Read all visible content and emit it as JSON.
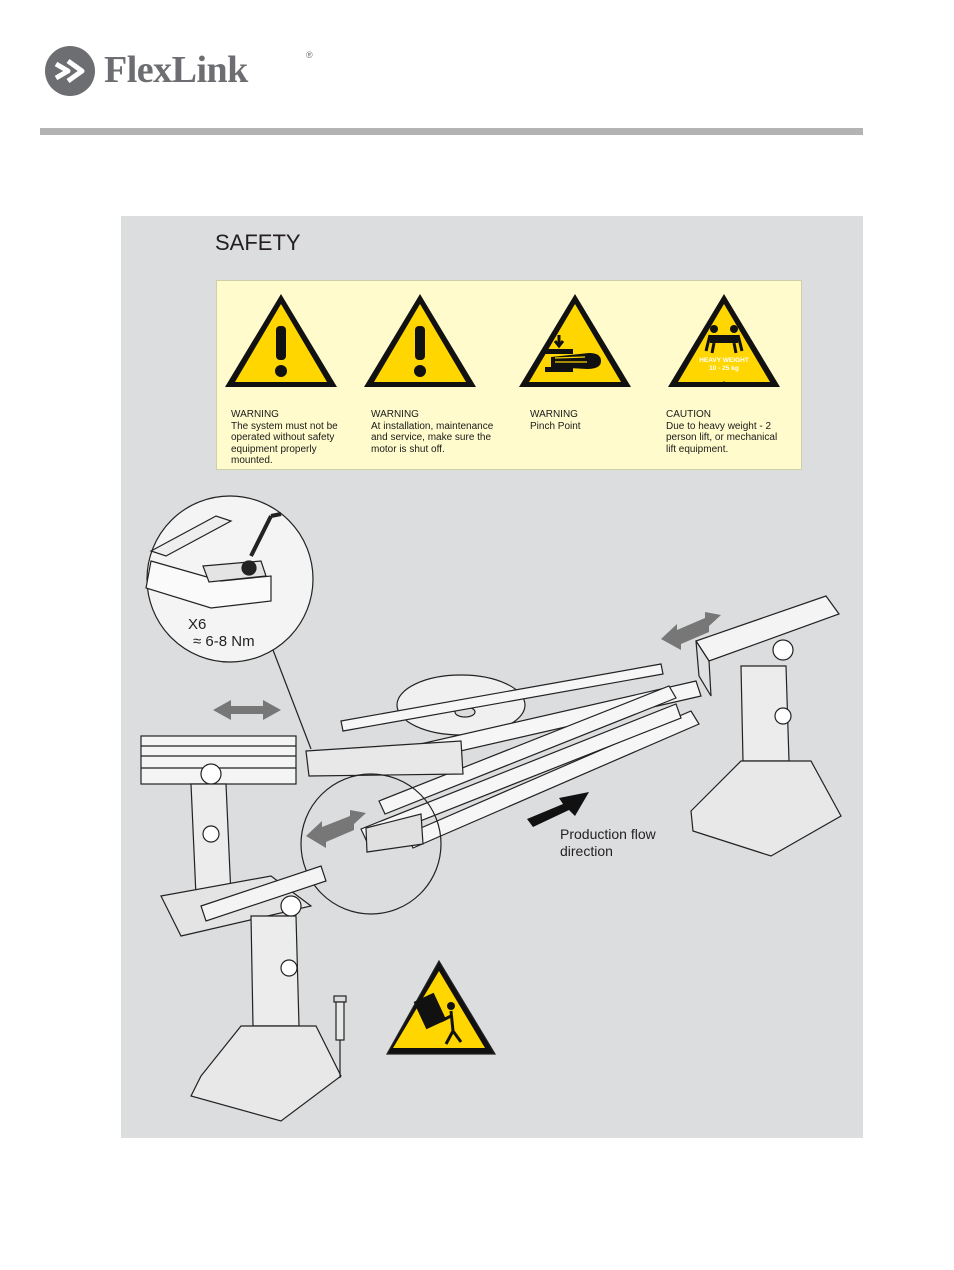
{
  "brand": {
    "name": "FlexLink",
    "registered_mark": "®",
    "logo_icon": "flexlink-chevron-logo-icon",
    "logo_color": "#6d6e71"
  },
  "section_title": "SAFETY",
  "signs": [
    {
      "icon": "exclamation-warning-icon",
      "heading": "WARNING",
      "text": "The system must not be\noperated without safety\nequipment properly\nmounted."
    },
    {
      "icon": "exclamation-warning-icon",
      "heading": "WARNING",
      "text": "At installation, maintenance\nand service, make sure the\nmotor is shut off."
    },
    {
      "icon": "pinch-point-icon",
      "heading": "WARNING",
      "text": "Pinch Point"
    },
    {
      "icon": "heavy-weight-icon",
      "heading": "CAUTION",
      "text": "Due to heavy weight - 2\nperson lift, or mechanical\n lift equipment.",
      "badge_line1": "HEAVY WEIGHT",
      "badge_line2": "10 - 25 kg"
    }
  ],
  "annotations": {
    "quantity": "X6",
    "torque": "≈ 6-8 Nm",
    "flow_label": "Production flow\ndirection"
  },
  "extra_icons": [
    "tipping-hazard-icon",
    "bolt-icon"
  ],
  "colors": {
    "warning_yellow": "#ffd600",
    "sign_panel": "#fffbcc",
    "panel_gray": "#dcdddf",
    "rule_gray": "#b3b3b3"
  }
}
